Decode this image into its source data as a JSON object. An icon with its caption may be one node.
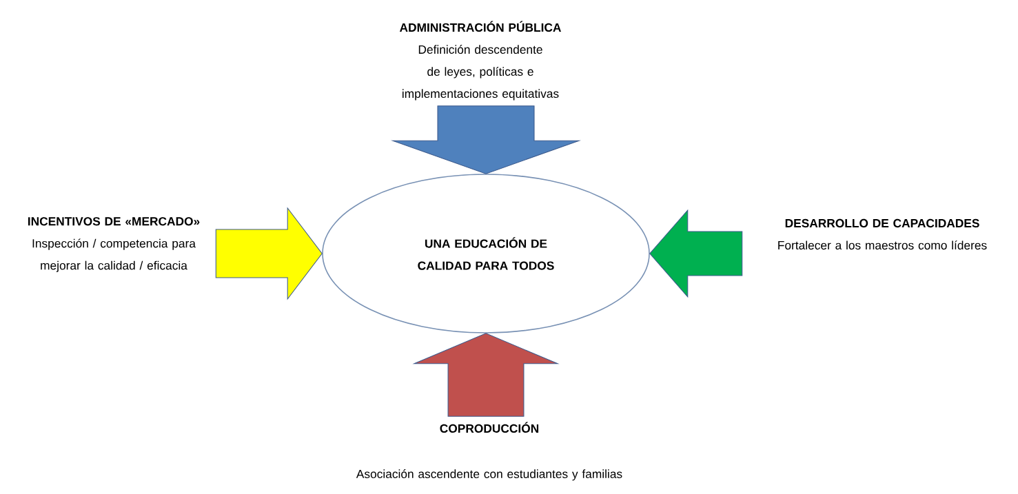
{
  "diagram": {
    "nodes": [
      {
        "text": [
          "UNA EDUCACIÓN DE CALIDAD PARA TODOS"
        ]
      },
      {
        "text": [
          "ADMINISTRACIÓN PÚBLICA",
          "Definición descendente de leyes, políticas e implementaciones equitativas"
        ]
      },
      {
        "text": [
          "INCENTIVOS DE «MERCADO»",
          "Inspección / competencia para mejorar la calidad / eficacia"
        ]
      },
      {
        "text": [
          "DESARROLLO DE CAPACIDADES",
          "Fortalecer a los maestros como líderes"
        ]
      },
      {
        "text": [
          "COPRODUCCIÓN",
          "Asociación ascendente con estudiantes y familias"
        ]
      }
    ],
    "edges": [
      {
        "from": 1,
        "to": 0,
        "arrow": "to",
        "color": "#4f81bd"
      },
      {
        "from": 2,
        "to": 0,
        "arrow": "to",
        "color": "#ffff00"
      },
      {
        "from": 3,
        "to": 0,
        "arrow": "to",
        "color": "#00b050"
      },
      {
        "from": 4,
        "to": 0,
        "arrow": "to",
        "color": "#c0504d"
      }
    ]
  }
}
